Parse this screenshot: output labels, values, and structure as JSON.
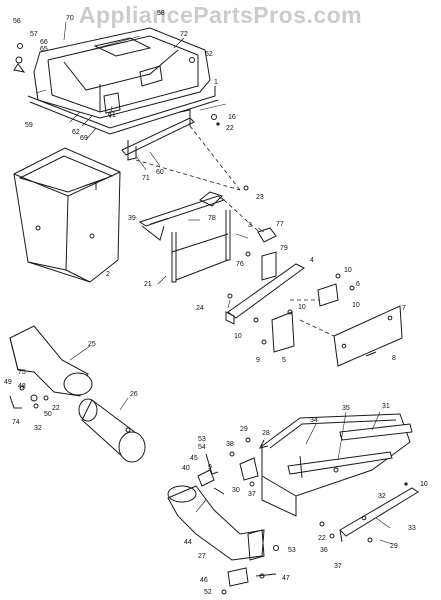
{
  "watermark": "AppliancePartsPros.com",
  "colors": {
    "line": "#1a1a1a",
    "background": "#ffffff",
    "watermark": "#a0a0a0"
  },
  "part_labels": {
    "p56": "56",
    "p70": "70",
    "p58": "58",
    "p57": "57",
    "p66": "66",
    "p65": "65",
    "p72": "72",
    "p52": "52",
    "p1": "1",
    "p16": "16",
    "p22a": "22",
    "p59": "59",
    "p61": "61",
    "p62": "62",
    "p69": "69",
    "p71": "71",
    "p60": "60",
    "p23": "23",
    "p2": "2",
    "p39": "39",
    "p78": "78",
    "p3": "3",
    "p77": "77",
    "p76": "76",
    "p79": "79",
    "p21": "21",
    "p4": "4",
    "p10a": "10",
    "p6": "6",
    "p24": "24",
    "p10b": "10",
    "p10c": "10",
    "p7": "7",
    "p10d": "10",
    "p9": "9",
    "p5": "5",
    "p8": "8",
    "p25": "25",
    "p75": "75",
    "p49": "49",
    "p48": "48",
    "p74": "74",
    "p50": "50",
    "p22b": "22",
    "p32a": "32",
    "p26": "26",
    "p35": "35",
    "p31": "31",
    "p34": "34",
    "p53": "53",
    "p54": "54",
    "p29a": "29",
    "p28": "28",
    "p10e": "10",
    "p45": "45",
    "p9b": "9",
    "p38": "38",
    "p40": "40",
    "p30": "30",
    "p37a": "37",
    "p32b": "32",
    "p44": "44",
    "p22c": "22",
    "p33": "33",
    "p27": "27",
    "p36": "36",
    "p53b": "53",
    "p37b": "37",
    "p29b": "29",
    "p46": "46",
    "p47": "47",
    "p52b": "52"
  }
}
